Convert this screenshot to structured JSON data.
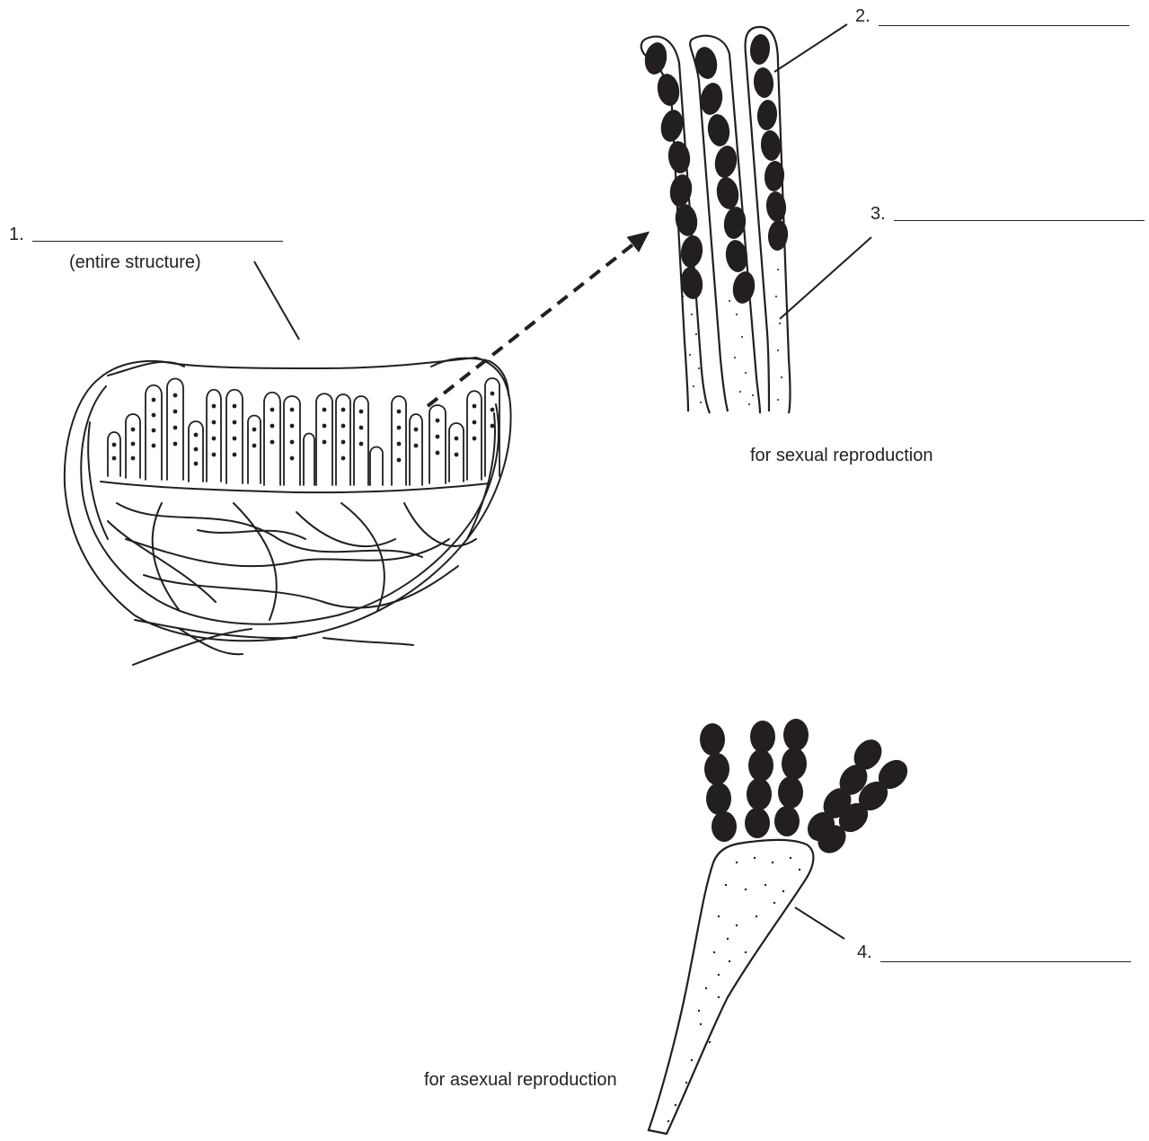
{
  "labels": {
    "l1_number": "1.",
    "l1_note": "(entire structure)",
    "l2_number": "2.",
    "l3_number": "3.",
    "l4_number": "4."
  },
  "captions": {
    "sexual": "for sexual reproduction",
    "asexual": "for asexual reproduction"
  },
  "colors": {
    "ink": "#231f20",
    "background": "#ffffff"
  },
  "icons": [
    "cup-fungus-drawing",
    "asci-drawing",
    "conidiophore-drawing",
    "dashed-arrow"
  ]
}
